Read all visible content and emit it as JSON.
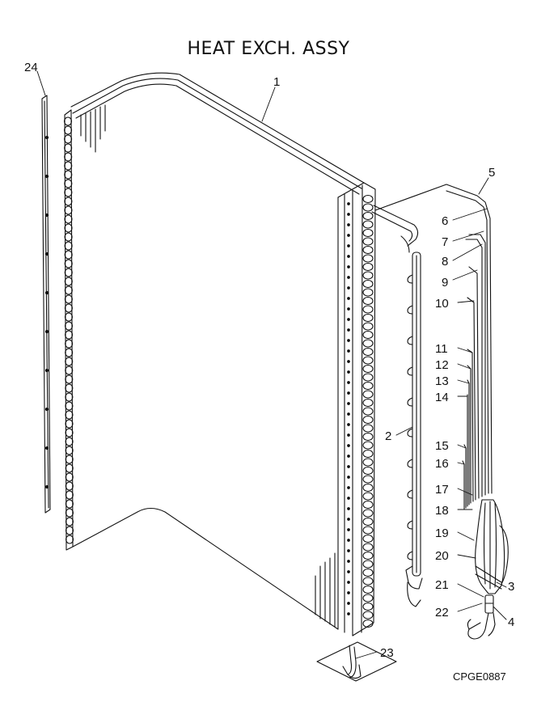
{
  "title": "HEAT EXCH. ASSY",
  "drawing_code": "CPGE0887",
  "callouts": [
    "24",
    "1",
    "5",
    "6",
    "7",
    "8",
    "9",
    "10",
    "11",
    "12",
    "13",
    "14",
    "2",
    "15",
    "16",
    "17",
    "18",
    "19",
    "20",
    "3",
    "21",
    "4",
    "22",
    "23"
  ]
}
